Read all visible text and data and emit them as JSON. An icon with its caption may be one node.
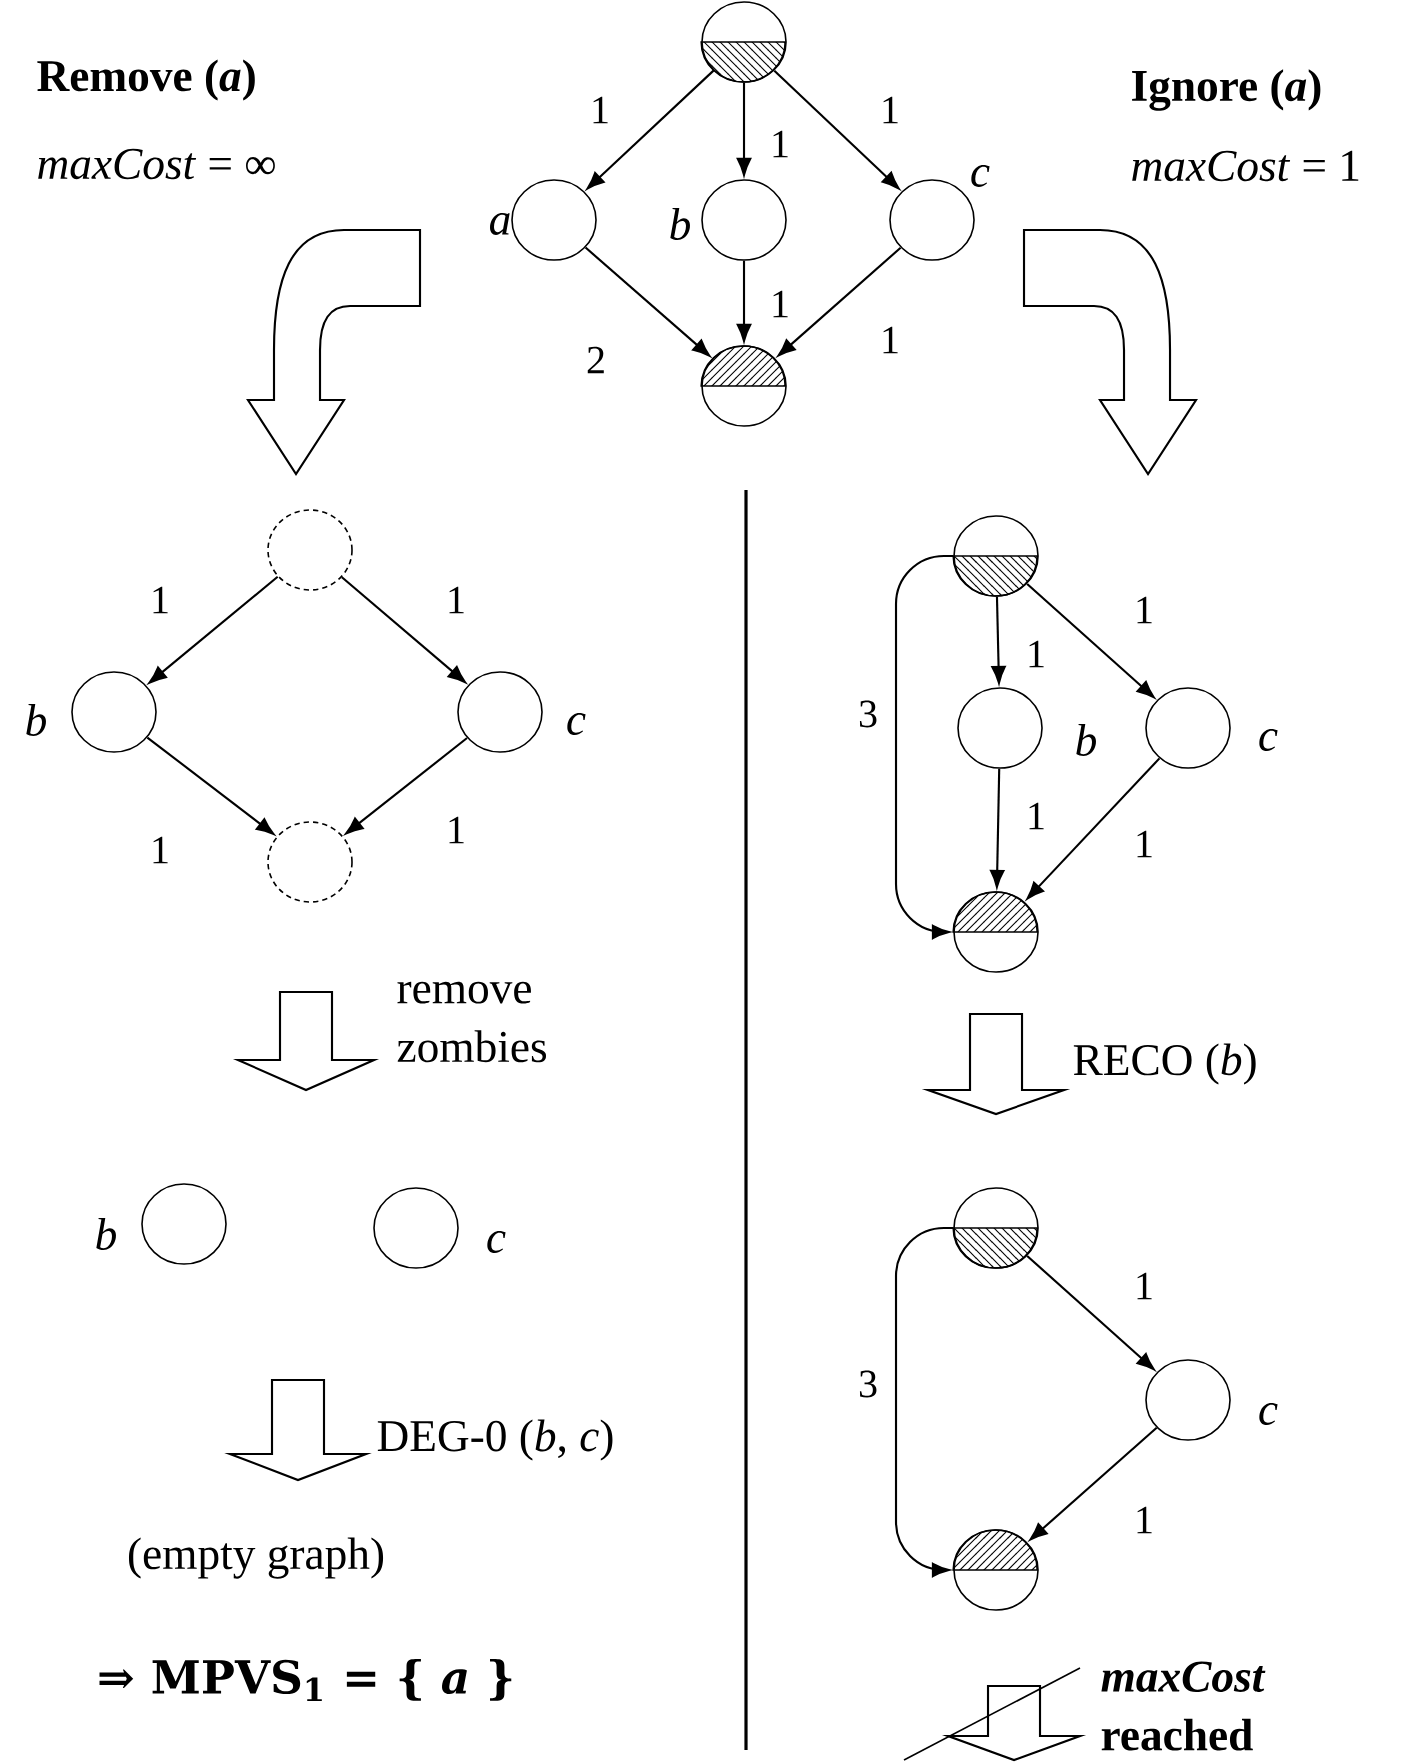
{
  "diagram": {
    "nodes": [
      {
        "text": [],
        "shape": "circle"
      },
      {
        "text": [],
        "shape": "circle",
        "beside": [
          "a"
        ]
      },
      {
        "text": [],
        "shape": "circle",
        "beside": [
          "b"
        ]
      },
      {
        "text": [],
        "shape": "circle",
        "beside": [
          "c"
        ]
      },
      {
        "text": [],
        "shape": "circle"
      },
      {
        "text": [],
        "shape": "circle"
      },
      {
        "text": [],
        "shape": "circle",
        "beside": [
          "b"
        ]
      },
      {
        "text": [],
        "shape": "circle",
        "beside": [
          "c"
        ]
      },
      {
        "text": [],
        "shape": "circle"
      },
      {
        "text": [],
        "shape": "circle",
        "beside": [
          "b"
        ]
      },
      {
        "text": [],
        "shape": "circle",
        "beside": [
          "c"
        ]
      },
      {
        "text": [],
        "shape": "circle"
      },
      {
        "text": [],
        "shape": "circle",
        "beside": [
          "b"
        ]
      },
      {
        "text": [],
        "shape": "circle",
        "beside": [
          "c"
        ]
      },
      {
        "text": [],
        "shape": "circle"
      },
      {
        "text": [],
        "shape": "circle"
      },
      {
        "text": [],
        "shape": "circle",
        "beside": [
          "c"
        ]
      },
      {
        "text": [],
        "shape": "circle"
      }
    ],
    "edges": [
      {
        "from": 0,
        "to": 1,
        "arrow": "to",
        "label": "1"
      },
      {
        "from": 0,
        "to": 2,
        "arrow": "to",
        "label": "1"
      },
      {
        "from": 0,
        "to": 3,
        "arrow": "to",
        "label": "1"
      },
      {
        "from": 1,
        "to": 4,
        "arrow": "to",
        "label": "2"
      },
      {
        "from": 2,
        "to": 4,
        "arrow": "to",
        "label": "1"
      },
      {
        "from": 3,
        "to": 4,
        "arrow": "to",
        "label": "1"
      },
      {
        "from": 5,
        "to": 6,
        "arrow": "to",
        "label": "1"
      },
      {
        "from": 5,
        "to": 7,
        "arrow": "to",
        "label": "1"
      },
      {
        "from": 6,
        "to": 8,
        "arrow": "to",
        "label": "1"
      },
      {
        "from": 7,
        "to": 8,
        "arrow": "to",
        "label": "1"
      },
      {
        "from": 11,
        "to": 12,
        "arrow": "to",
        "label": "1"
      },
      {
        "from": 11,
        "to": 13,
        "arrow": "to",
        "label": "1"
      },
      {
        "from": 12,
        "to": 14,
        "arrow": "to",
        "label": "1"
      },
      {
        "from": 13,
        "to": 14,
        "arrow": "to",
        "label": "1"
      },
      {
        "from": 11,
        "to": 14,
        "arrow": "to",
        "label": "3"
      },
      {
        "from": 15,
        "to": 16,
        "arrow": "to",
        "label": "1"
      },
      {
        "from": 16,
        "to": 17,
        "arrow": "to",
        "label": "1"
      },
      {
        "from": 15,
        "to": 17,
        "arrow": "to",
        "label": "3"
      }
    ],
    "labels": [
      "Remove (*a*)",
      "*maxCost* = ∞",
      "Ignore (*a*)",
      "*maxCost* = 1",
      "remove zombies",
      "DEG-0 (*b*, *c*)",
      "(empty graph)",
      "⇒ MPVS$_{1}$ = { *a* }",
      "RECO (*b*)",
      "*maxCost* reached"
    ]
  }
}
